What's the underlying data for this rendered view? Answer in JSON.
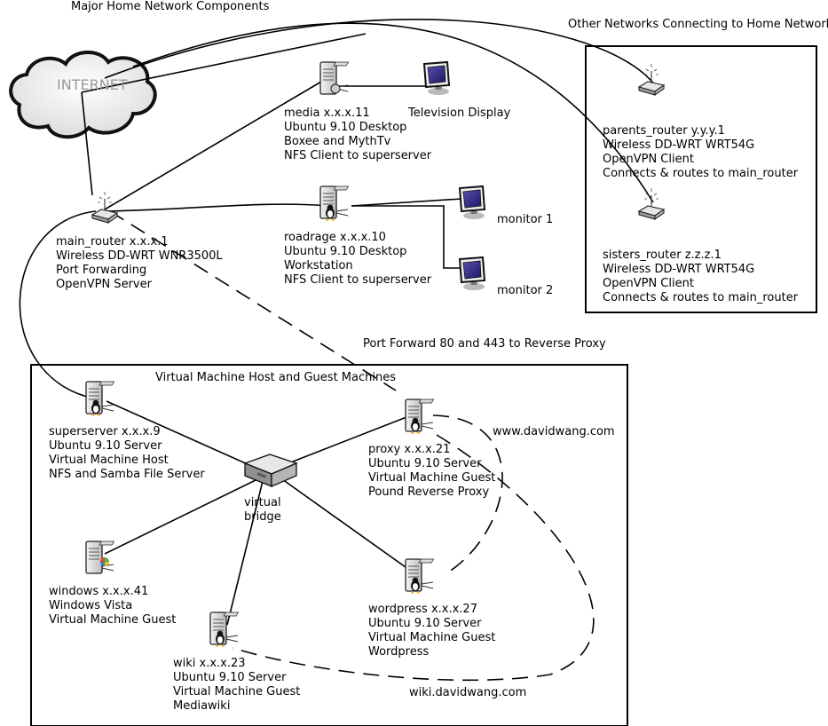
{
  "titles": {
    "main": "Major Home Network Components",
    "other": "Other Networks Connecting to Home Network",
    "vm": "Virtual Machine Host and Guest Machines",
    "port_forward": "Port Forward 80 and 443 to Reverse Proxy"
  },
  "internet": {
    "label": "INTERNET"
  },
  "nodes": {
    "media": [
      "media x.x.x.11",
      "Ubuntu 9.10 Desktop",
      "Boxee and MythTv",
      "NFS Client to superserver"
    ],
    "tv": [
      "Television Display"
    ],
    "main_router": [
      "main_router x.x.x.1",
      "Wireless DD-WRT WNR3500L",
      "Port Forwarding",
      "OpenVPN Server"
    ],
    "roadrage": [
      "roadrage x.x.x.10",
      "Ubuntu 9.10 Desktop",
      "Workstation",
      "NFS Client to superserver"
    ],
    "monitor1": [
      "monitor 1"
    ],
    "monitor2": [
      "monitor 2"
    ],
    "parents_router": [
      "parents_router y.y.y.1",
      "Wireless DD-WRT WRT54G",
      "OpenVPN Client",
      "Connects & routes to main_router"
    ],
    "sisters_router": [
      "sisters_router z.z.z.1",
      "Wireless DD-WRT WRT54G",
      "OpenVPN Client",
      "Connects & routes to main_router"
    ],
    "superserver": [
      "superserver x.x.x.9",
      "Ubuntu 9.10 Server",
      "Virtual Machine Host",
      "NFS and Samba File Server"
    ],
    "virtual_bridge": [
      "virtual",
      "bridge"
    ],
    "proxy": [
      "proxy x.x.x.21",
      "Ubuntu 9.10 Server",
      "Virtual Machine Guest",
      "Pound Reverse Proxy"
    ],
    "windows": [
      "windows x.x.x.41",
      "Windows Vista",
      "Virtual Machine Guest"
    ],
    "wordpress": [
      "wordpress x.x.x.27",
      "Ubuntu 9.10 Server",
      "Virtual Machine Guest",
      "Wordpress"
    ],
    "wiki": [
      "wiki x.x.x.23",
      "Ubuntu 9.10 Server",
      "Virtual Machine Guest",
      "Mediawiki"
    ]
  },
  "domains": {
    "davidwang": "www.davidwang.com",
    "wiki": "wiki.davidwang.com"
  }
}
